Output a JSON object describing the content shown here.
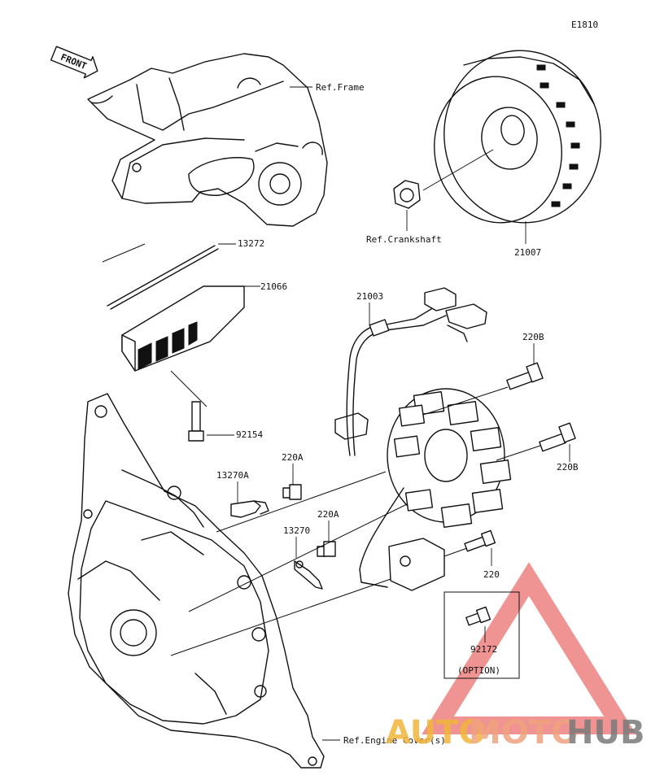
{
  "diagram": {
    "code": "E1810",
    "direction_tag": "FRONT",
    "labels": {
      "ref_frame": "Ref.Frame",
      "p13272": "13272",
      "p21066": "21066",
      "p92154": "92154",
      "p13270a": "13270A",
      "p220a_1": "220A",
      "p220a_2": "220A",
      "p13270": "13270",
      "ref_engine_cover": "Ref.Engine Cover(s)",
      "ref_crankshaft": "Ref.Crankshaft",
      "p21007": "21007",
      "p21003": "21003",
      "p220b_1": "220B",
      "p220b_2": "220B",
      "p220": "220",
      "p92172": "92172",
      "option": "(OPTION)"
    }
  },
  "watermark": {
    "part1": "AUTO",
    "part2": "MOTO",
    "part3": "HUB",
    "color_auto": "#f2b53a",
    "color_moto": "#f0a37f",
    "color_hub": "#7a7a7a",
    "logo_color": "#e43b3b"
  }
}
